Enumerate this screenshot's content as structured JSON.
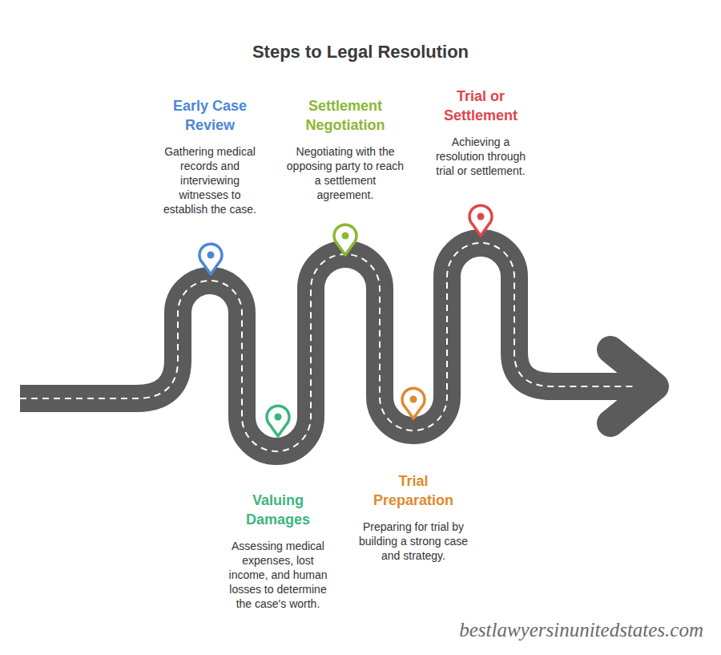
{
  "diagram": {
    "title": "Steps to Legal Resolution",
    "nodes": [
      {
        "text": [
          "Early Case Review",
          "Gathering medical records and interviewing witnesses to establish the case."
        ]
      },
      {
        "text": [
          "Valuing Damages",
          "Assessing medical expenses, lost income, and human losses to determine the case's worth."
        ]
      },
      {
        "text": [
          "Settlement Negotiation",
          "Negotiating with the opposing party to reach a settlement agreement."
        ]
      },
      {
        "text": [
          "Trial Preparation",
          "Preparing for trial by building a strong case and strategy."
        ]
      },
      {
        "text": [
          "Trial or Settlement",
          "Achieving a resolution through trial or settlement."
        ]
      }
    ],
    "labels": [
      "bestlawyersinunitedstates.com"
    ]
  }
}
